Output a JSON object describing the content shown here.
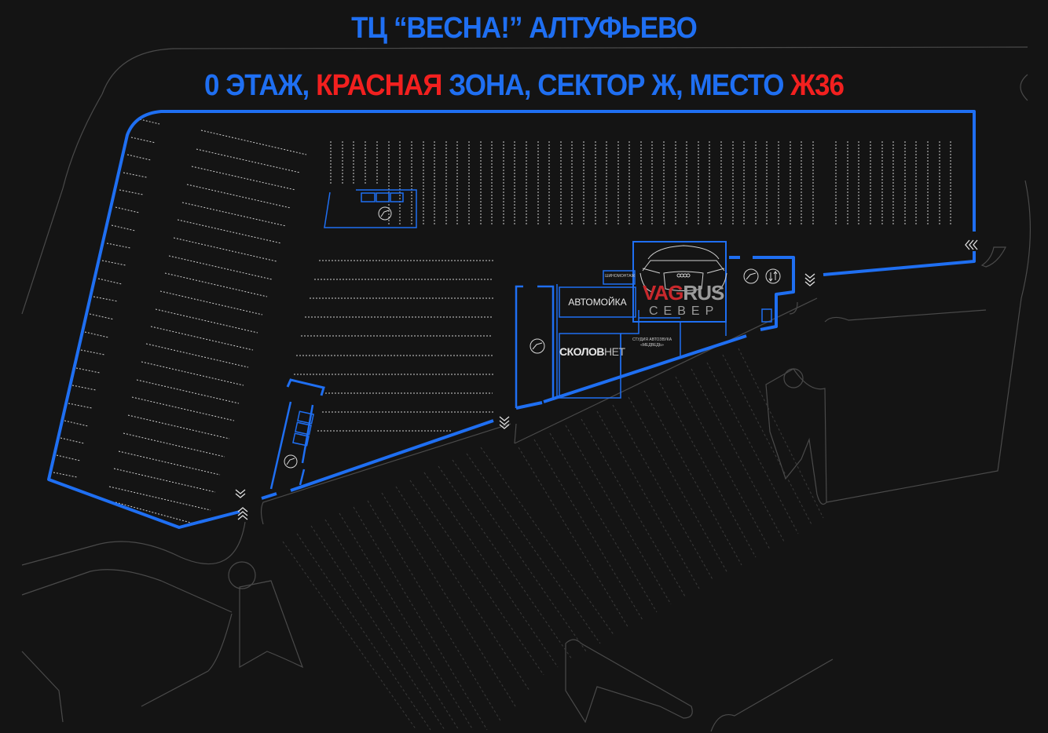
{
  "header": {
    "title": "ТЦ “ВЕСНА!” АЛТУФЬЕВО",
    "location_parts": [
      {
        "text": "0 ЭТАЖ, ",
        "color": "#1f6ff2"
      },
      {
        "text": "КРАСНАЯ",
        "color": "#f2201f"
      },
      {
        "text": " ЗОНА, СЕКТОР Ж, МЕСТО ",
        "color": "#1f6ff2"
      },
      {
        "text": "Ж36",
        "color": "#f2201f"
      }
    ],
    "floor": "0 ЭТАЖ",
    "zone": "КРАСНАЯ",
    "sector": "СЕКТОР Ж",
    "spot": "Ж36"
  },
  "map": {
    "shops": {
      "carwash": "АВТОМОЙКА",
      "sklovnet_bold": "СКОЛОВ",
      "sklovnet_light": "НЕТ",
      "studio_line1": "СТУДИЯ АВТОЗВУКА",
      "studio_line2": "«МЕДВЕДЬ»",
      "tire_service": "ШИНОМОНТАЖ",
      "vagrus_red": "VAG",
      "vagrus_grey": "RUS",
      "vagrus_sub": "СЕВЕР"
    },
    "icons": [
      "escalator-icon",
      "elevator-icon",
      "entrance-chevron-icon",
      "exit-chevron-icon"
    ],
    "colors": {
      "background": "#141414",
      "zone_outline": "#1f6ff2",
      "accent_red": "#f2201f",
      "road_lines": "#555555",
      "parking_dashes": "#cfcfcf"
    }
  }
}
